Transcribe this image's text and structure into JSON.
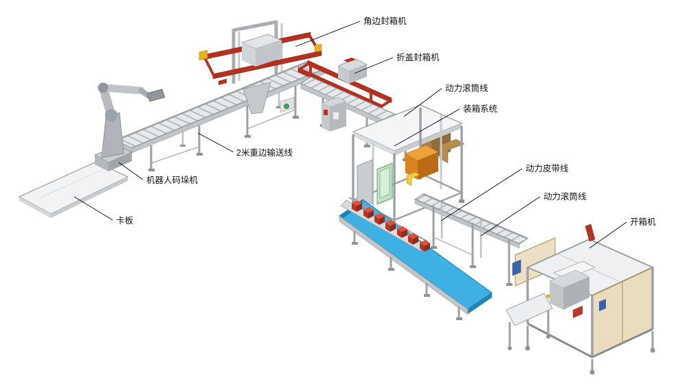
{
  "background": "#ffffff",
  "callouts": [
    {
      "id": "corner-sealer",
      "text": "角边封箱机"
    },
    {
      "id": "flap-sealer",
      "text": "折盖封箱机"
    },
    {
      "id": "power-roller-line-top",
      "text": "动力滚筒线"
    },
    {
      "id": "case-packing-system",
      "text": "装箱系统"
    },
    {
      "id": "power-belt-line",
      "text": "动力皮带线"
    },
    {
      "id": "power-roller-line-right",
      "text": "动力滚筒线"
    },
    {
      "id": "case-erector",
      "text": "开箱机"
    },
    {
      "id": "conveyor-2m",
      "text": "2米重边输送线"
    },
    {
      "id": "robot-palletizer",
      "text": "机器人码垛机"
    },
    {
      "id": "pallet",
      "text": "卡板"
    }
  ],
  "colors": {
    "machine_red": "#b5301f",
    "belt_blue": "#3fb0e4",
    "box_orange": "#eda23c",
    "panel_green": "#bfe3c4",
    "amber_panel": "#d8c18a",
    "frame_gray": "#c9cdd0",
    "leader_line": "#000000",
    "label_text": "#111111"
  }
}
